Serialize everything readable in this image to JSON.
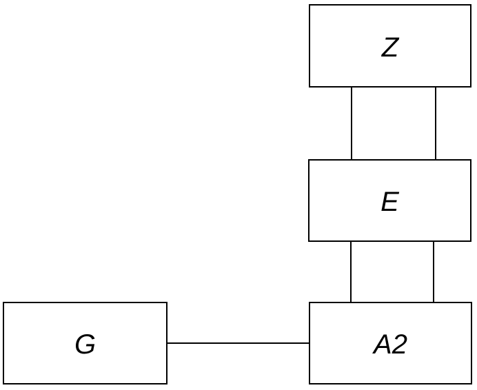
{
  "diagram": {
    "background_color": "#ffffff",
    "stroke_color": "#000000",
    "text_color": "#000000",
    "nodes": [
      {
        "id": "Z",
        "label": "Z",
        "shape": "rectangle"
      },
      {
        "id": "E",
        "label": "E",
        "shape": "rectangle"
      },
      {
        "id": "A2",
        "label": "A2",
        "shape": "rectangle"
      },
      {
        "id": "G",
        "label": "G",
        "shape": "rectangle"
      }
    ],
    "edges": [
      {
        "from": "Z",
        "to": "E",
        "style": "double-vertical-line"
      },
      {
        "from": "E",
        "to": "A2",
        "style": "double-vertical-line"
      },
      {
        "from": "G",
        "to": "A2",
        "style": "single-horizontal-line"
      }
    ]
  }
}
